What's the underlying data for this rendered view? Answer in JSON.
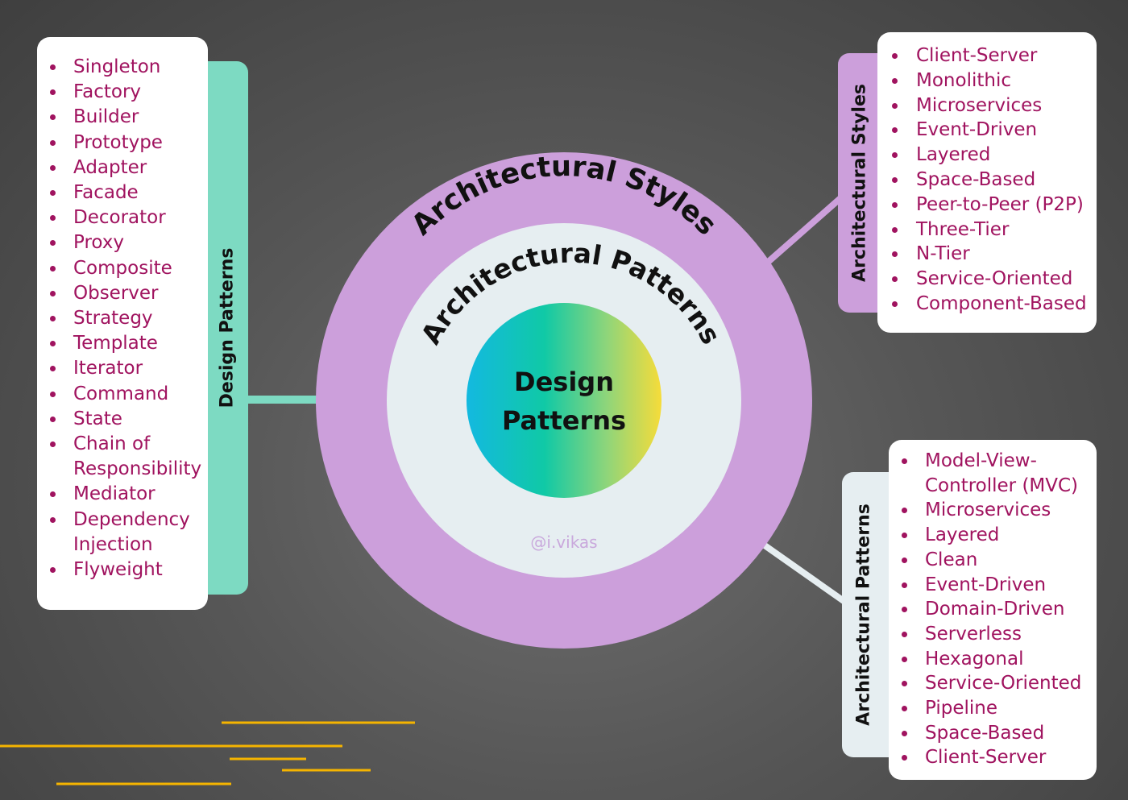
{
  "center": {
    "outer_ring_label": "Architectural Styles",
    "middle_ring_label": "Architectural Patterns",
    "core_line1": "Design",
    "core_line2": "Patterns",
    "credit": "@i.vikas"
  },
  "design_patterns_panel": {
    "tab_label": "Design Patterns",
    "items": [
      "Singleton",
      "Factory",
      "Builder",
      "Prototype",
      "Adapter",
      "Facade",
      "Decorator",
      "Proxy",
      "Composite",
      "Observer",
      "Strategy",
      "Template",
      "Iterator",
      "Command",
      "State",
      "Chain of\nResponsibility",
      "Mediator",
      "Dependency\nInjection",
      "Flyweight"
    ]
  },
  "architectural_styles_panel": {
    "tab_label": "Architectural Styles",
    "items": [
      "Client-Server",
      "Monolithic",
      "Microservices",
      "Event-Driven",
      "Layered",
      "Space-Based",
      "Peer-to-Peer (P2P)",
      "Three-Tier",
      "N-Tier",
      "Service-Oriented",
      "Component-Based"
    ]
  },
  "architectural_patterns_panel": {
    "tab_label": "Architectural Patterns",
    "items": [
      "Model-View-\nController (MVC)",
      "Microservices",
      "Layered",
      "Clean",
      "Event-Driven",
      "Domain-Driven",
      "Serverless",
      "Hexagonal",
      "Service-Oriented",
      "Pipeline",
      "Space-Based",
      "Client-Server"
    ]
  },
  "colors": {
    "outer_ring": "#cc9fdb",
    "middle_ring": "#e6eef1",
    "design_tab": "#7ddac2",
    "styles_tab": "#cc9fdb",
    "patterns_tab": "#e6eef1",
    "list_text": "#a0135f",
    "accent_lines": "#f5b400"
  }
}
